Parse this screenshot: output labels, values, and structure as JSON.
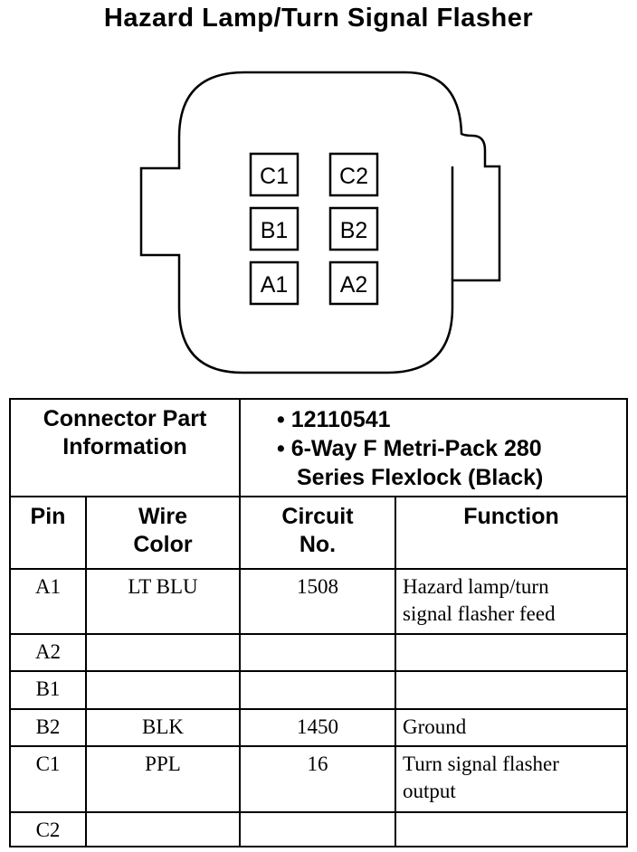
{
  "title": "Hazard Lamp/Turn Signal Flasher",
  "connector": {
    "pins": [
      "C1",
      "C2",
      "B1",
      "B2",
      "A1",
      "A2"
    ]
  },
  "info": {
    "label_line1": "Connector Part",
    "label_line2": "Information",
    "part_number": "• 12110541",
    "description_line1": "• 6-Way F Metri-Pack 280",
    "description_line2": "Series Flexlock (Black)"
  },
  "columns": {
    "pin": "Pin",
    "wire_line1": "Wire",
    "wire_line2": "Color",
    "circuit_line1": "Circuit",
    "circuit_line2": "No.",
    "function": "Function"
  },
  "rows": [
    {
      "pin": "A1",
      "wire": "LT BLU",
      "circuit": "1508",
      "function_line1": "Hazard lamp/turn",
      "function_line2": "signal flasher feed"
    },
    {
      "pin": "A2",
      "wire": "",
      "circuit": "",
      "function_line1": "",
      "function_line2": ""
    },
    {
      "pin": "B1",
      "wire": "",
      "circuit": "",
      "function_line1": "",
      "function_line2": ""
    },
    {
      "pin": "B2",
      "wire": "BLK",
      "circuit": "1450",
      "function_line1": "Ground",
      "function_line2": ""
    },
    {
      "pin": "C1",
      "wire": "PPL",
      "circuit": "16",
      "function_line1": "Turn signal flasher",
      "function_line2": "output"
    },
    {
      "pin": "C2",
      "wire": "",
      "circuit": "",
      "function_line1": "",
      "function_line2": ""
    }
  ]
}
